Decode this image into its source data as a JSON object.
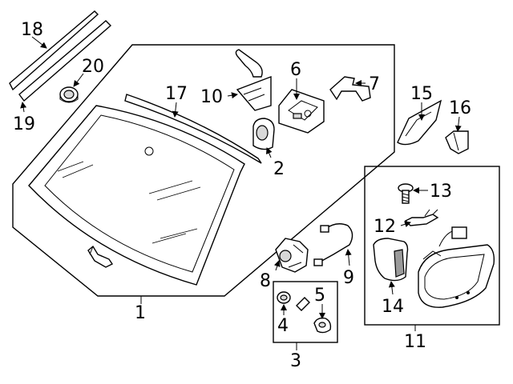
{
  "callouts": {
    "c1": "1",
    "c2": "2",
    "c3": "3",
    "c4": "4",
    "c5": "5",
    "c6": "6",
    "c7": "7",
    "c8": "8",
    "c9": "9",
    "c10": "10",
    "c11": "11",
    "c12": "12",
    "c13": "13",
    "c14": "14",
    "c15": "15",
    "c16": "16",
    "c17": "17",
    "c18": "18",
    "c19": "19",
    "c20": "20"
  },
  "colors": {
    "line": "#000000",
    "background": "#ffffff",
    "shade": "#d8d8d8"
  }
}
